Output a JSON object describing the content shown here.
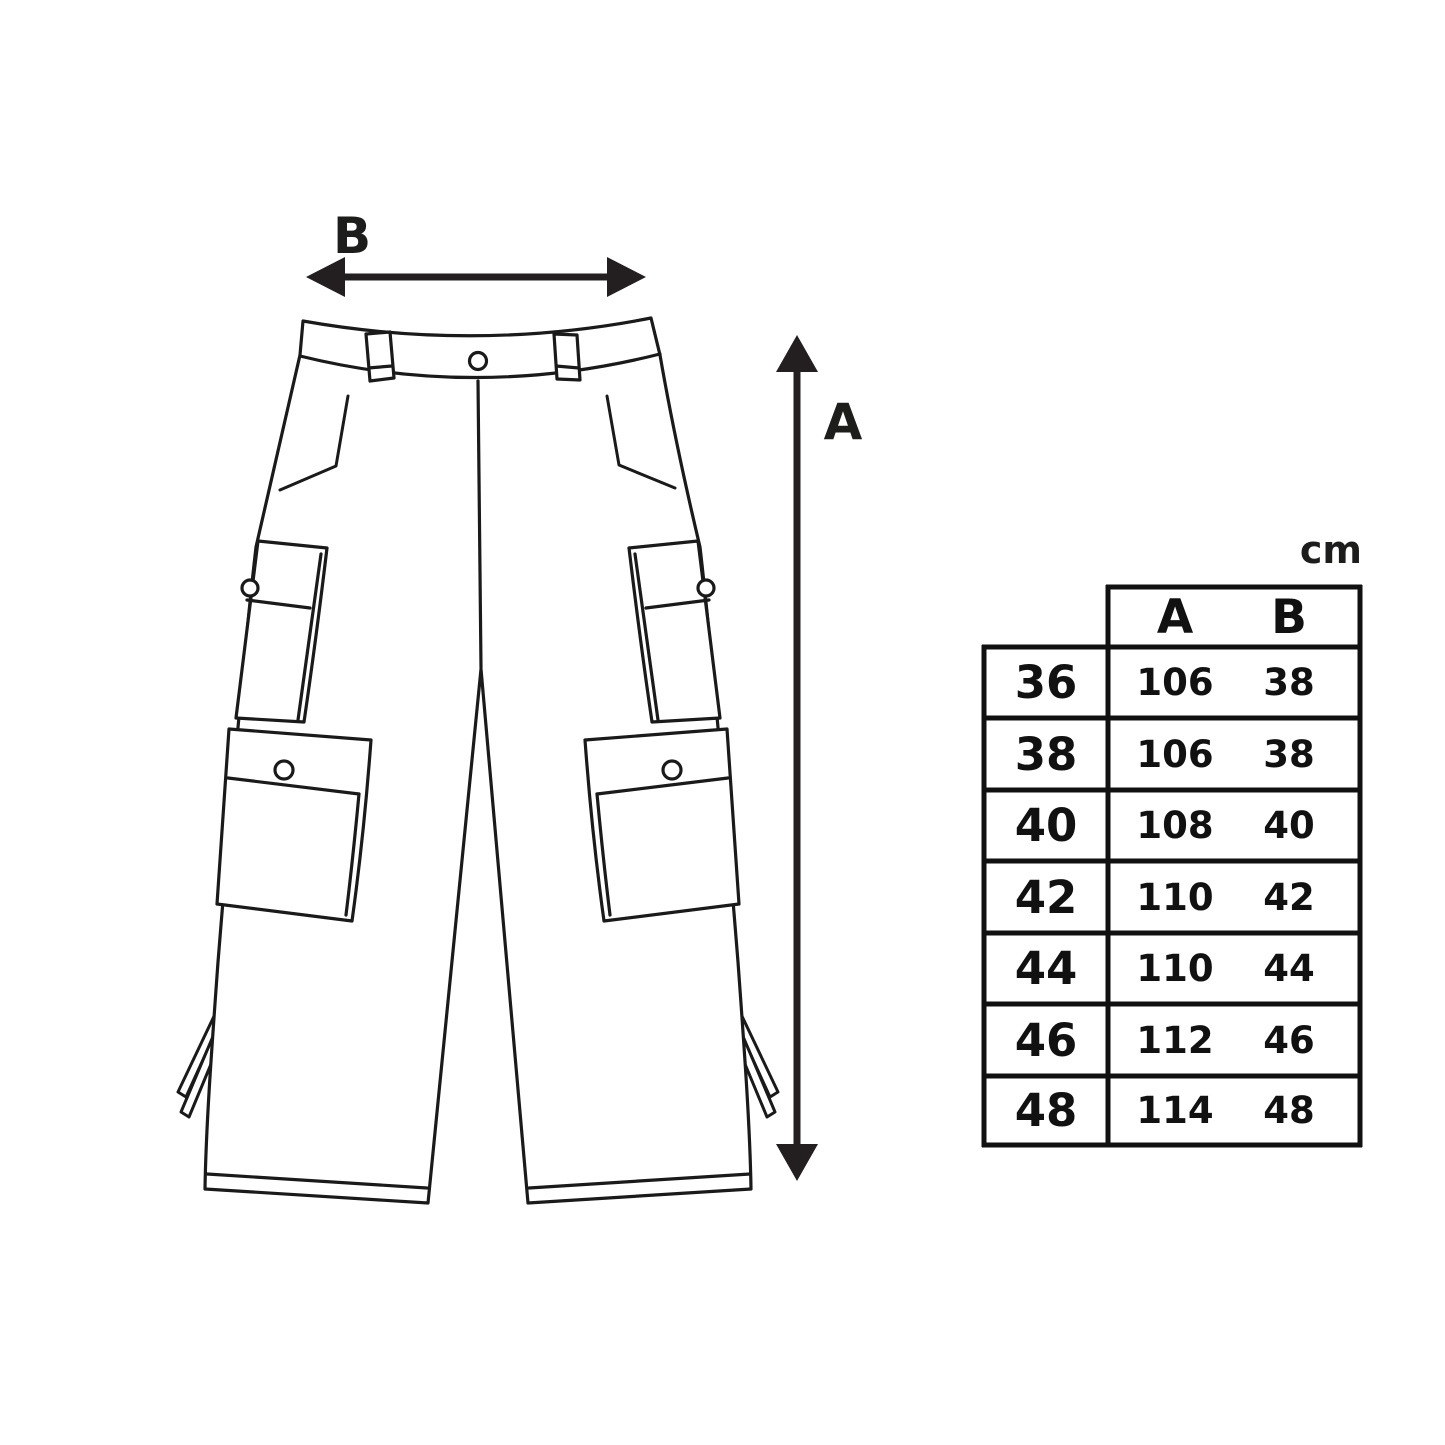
{
  "diagram": {
    "label_a": "A",
    "label_b": "B",
    "line_color": "#1a1a1a",
    "arrow_color": "#231f20"
  },
  "table": {
    "unit": "cm",
    "columns": [
      "A",
      "B"
    ],
    "rows": [
      {
        "size": "36",
        "a": "106",
        "b": "38"
      },
      {
        "size": "38",
        "a": "106",
        "b": "38"
      },
      {
        "size": "40",
        "a": "108",
        "b": "40"
      },
      {
        "size": "42",
        "a": "110",
        "b": "42"
      },
      {
        "size": "44",
        "a": "110",
        "b": "44"
      },
      {
        "size": "46",
        "a": "112",
        "b": "46"
      },
      {
        "size": "48",
        "a": "114",
        "b": "48"
      }
    ]
  }
}
